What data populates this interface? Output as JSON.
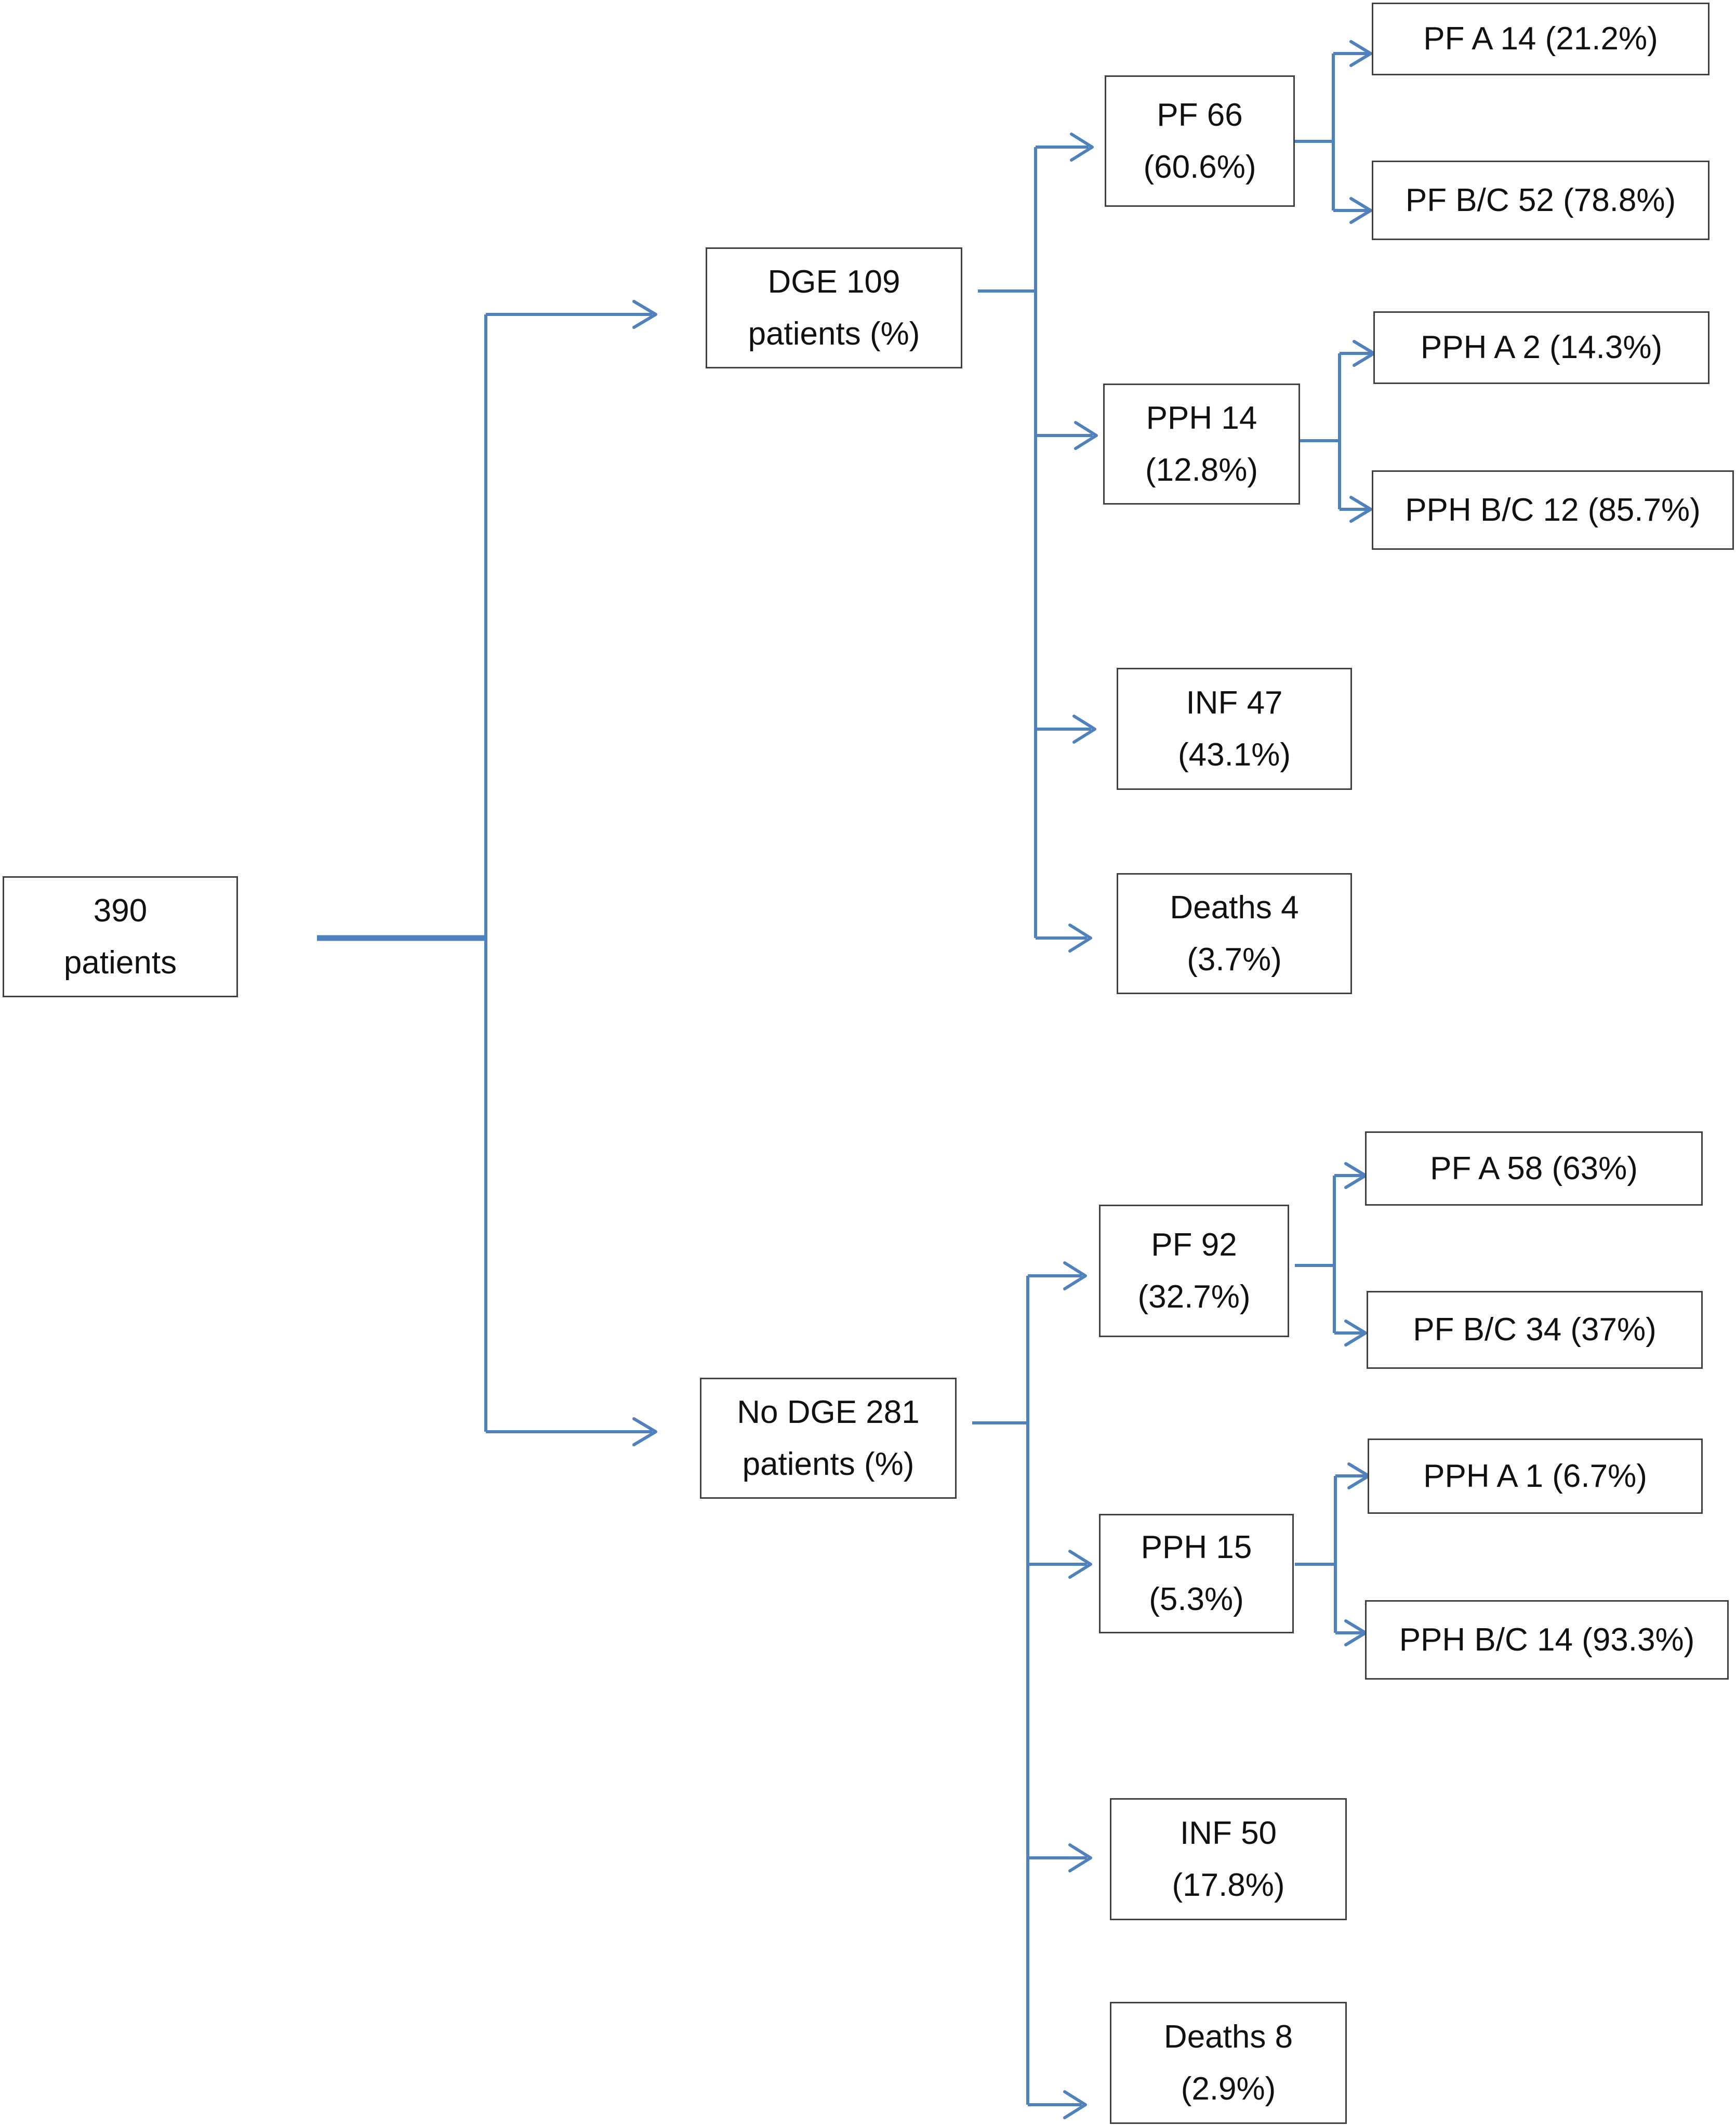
{
  "diagram": {
    "root": {
      "line1": "390",
      "line2": "patients"
    },
    "dge": {
      "line1": "DGE 109",
      "line2": "patients (%)",
      "pf": {
        "line1": "PF 66",
        "line2": "(60.6%)",
        "grade_a": "PF A 14 (21.2%)",
        "grade_bc": "PF B/C 52 (78.8%)"
      },
      "pph": {
        "line1": "PPH 14",
        "line2": "(12.8%)",
        "grade_a": "PPH A 2 (14.3%)",
        "grade_bc": "PPH B/C 12 (85.7%)"
      },
      "inf": {
        "line1": "INF 47",
        "line2": "(43.1%)"
      },
      "deaths": {
        "line1": "Deaths 4",
        "line2": "(3.7%)"
      }
    },
    "no_dge": {
      "line1": "No DGE 281",
      "line2": "patients (%)",
      "pf": {
        "line1": "PF 92",
        "line2": "(32.7%)",
        "grade_a": "PF A 58 (63%)",
        "grade_bc": "PF B/C 34 (37%)"
      },
      "pph": {
        "line1": "PPH 15",
        "line2": "(5.3%)",
        "grade_a": "PPH A 1 (6.7%)",
        "grade_bc": "PPH B/C 14 (93.3%)"
      },
      "inf": {
        "line1": "INF 50",
        "line2": "(17.8%)"
      },
      "deaths": {
        "line1": "Deaths 8",
        "line2": "(2.9%)"
      }
    },
    "colors": {
      "connector": "#4f81bd",
      "box_border": "#404040"
    }
  }
}
